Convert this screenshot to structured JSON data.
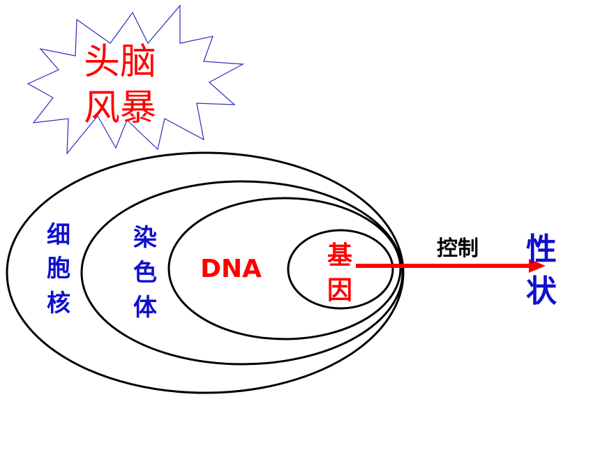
{
  "burst": {
    "title_line1": "头脑",
    "title_line2": "风暴",
    "outline_color": "#2b2bbf",
    "text_color": "#ff0000"
  },
  "diagram": {
    "nucleus_chars": [
      "细",
      "胞",
      "核"
    ],
    "chromosome_chars": [
      "染",
      "色",
      "体"
    ],
    "dna_label": "DNA",
    "gene_chars": [
      "基",
      "因"
    ],
    "arrow_label": "控制",
    "trait_chars": [
      "性",
      "状"
    ],
    "colors": {
      "blue_text": "#1010cc",
      "red_text": "#ff0000",
      "arrow": "#ff0000",
      "outline": "#000000"
    }
  }
}
